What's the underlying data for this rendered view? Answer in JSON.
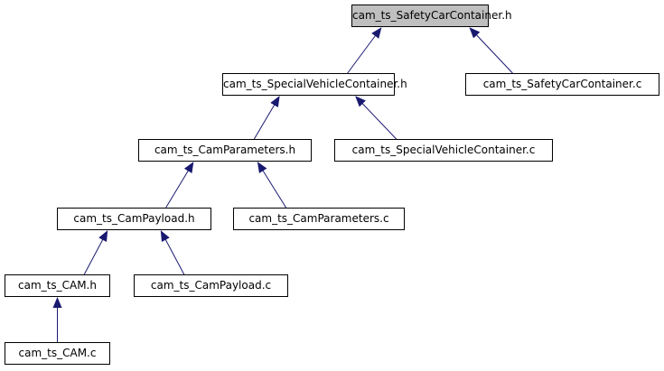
{
  "graph": {
    "colors": {
      "edge": "#191970",
      "node_border": "#000000",
      "current_node_fill": "#bfbfbf",
      "node_fill": "#ffffff"
    },
    "nodes": {
      "safety_car_container_h": "cam_ts_SafetyCarContainer.h",
      "special_vehicle_container_h": "cam_ts_SpecialVehicleContainer.h",
      "safety_car_container_c": "cam_ts_SafetyCarContainer.c",
      "cam_parameters_h": "cam_ts_CamParameters.h",
      "special_vehicle_container_c": "cam_ts_SpecialVehicleContainer.c",
      "cam_payload_h": "cam_ts_CamPayload.h",
      "cam_parameters_c": "cam_ts_CamParameters.c",
      "cam_h": "cam_ts_CAM.h",
      "cam_payload_c": "cam_ts_CamPayload.c",
      "cam_c": "cam_ts_CAM.c"
    },
    "edges": [
      {
        "from": "special_vehicle_container_h",
        "to": "safety_car_container_h"
      },
      {
        "from": "safety_car_container_c",
        "to": "safety_car_container_h"
      },
      {
        "from": "cam_parameters_h",
        "to": "special_vehicle_container_h"
      },
      {
        "from": "special_vehicle_container_c",
        "to": "special_vehicle_container_h"
      },
      {
        "from": "cam_payload_h",
        "to": "cam_parameters_h"
      },
      {
        "from": "cam_parameters_c",
        "to": "cam_parameters_h"
      },
      {
        "from": "cam_h",
        "to": "cam_payload_h"
      },
      {
        "from": "cam_payload_c",
        "to": "cam_payload_h"
      },
      {
        "from": "cam_c",
        "to": "cam_h"
      }
    ]
  }
}
